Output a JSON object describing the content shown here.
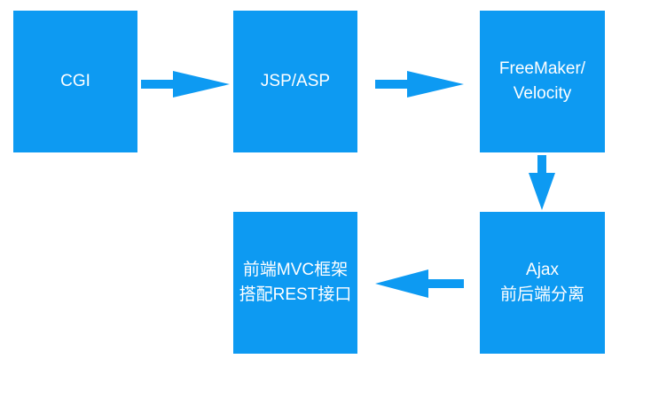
{
  "accent_color": "#0d9af2",
  "nodes": [
    {
      "id": "cgi",
      "lines": [
        "CGI"
      ]
    },
    {
      "id": "jsp-asp",
      "lines": [
        "JSP/ASP"
      ]
    },
    {
      "id": "freemaker-velocity",
      "lines": [
        "FreeMaker/",
        "Velocity"
      ]
    },
    {
      "id": "ajax",
      "lines": [
        "Ajax",
        "前后端分离"
      ]
    },
    {
      "id": "mvc-rest",
      "lines": [
        "前端MVC框架",
        "搭配REST接口"
      ]
    }
  ],
  "edges": [
    {
      "from": "cgi",
      "to": "jsp-asp",
      "direction": "right"
    },
    {
      "from": "jsp-asp",
      "to": "freemaker-velocity",
      "direction": "right"
    },
    {
      "from": "freemaker-velocity",
      "to": "ajax",
      "direction": "down"
    },
    {
      "from": "ajax",
      "to": "mvc-rest",
      "direction": "left"
    }
  ]
}
